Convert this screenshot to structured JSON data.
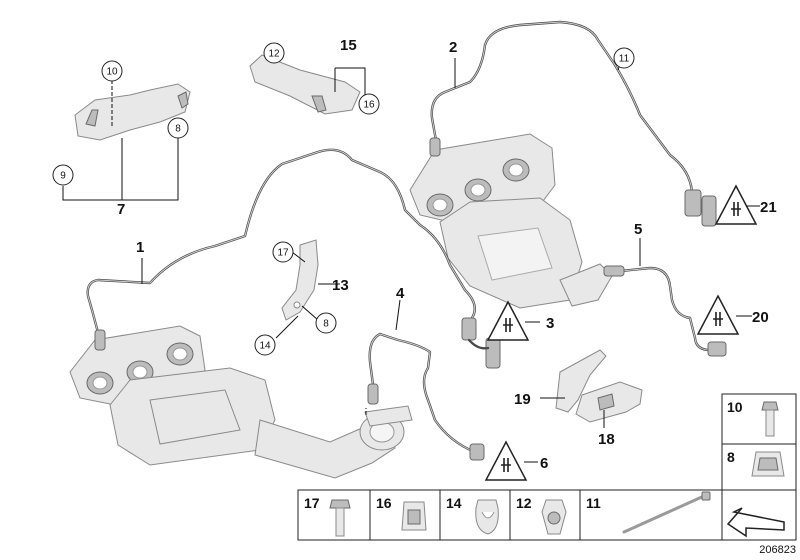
{
  "callouts": {
    "c1": "1",
    "c2": "2",
    "c3": "3",
    "c4": "4",
    "c5": "5",
    "c6": "6",
    "c7": "7",
    "c8a": "8",
    "c8b": "8",
    "c9": "9",
    "c10": "10",
    "c11": "11",
    "c12": "12",
    "c13": "13",
    "c14": "14",
    "c15": "15",
    "c16": "16",
    "c17": "17",
    "c18": "18",
    "c19": "19",
    "c20": "20",
    "c21": "21"
  },
  "legend_cells": {
    "r10": "10",
    "r8": "8",
    "b17": "17",
    "b16": "16",
    "b14": "14",
    "b12": "12",
    "b11": "11"
  },
  "reference_number": "206823"
}
